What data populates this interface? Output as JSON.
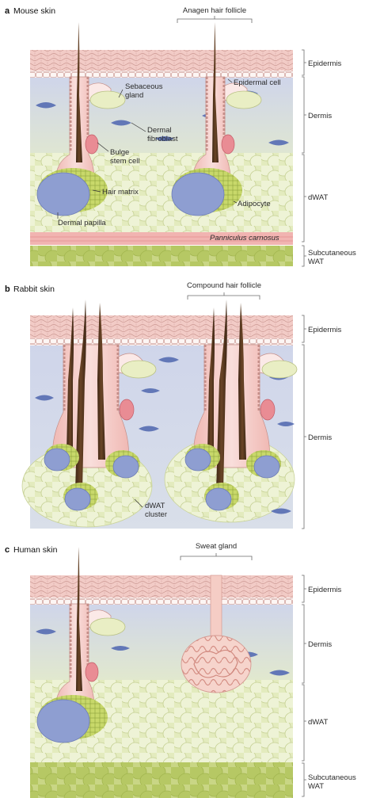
{
  "colors": {
    "epidermis": "#f1c8c4",
    "epidermis_line": "#c99a95",
    "dermis": "#d3d8ea",
    "dwat": "#e4ecbf",
    "adipocyte": "#f2f5dc",
    "adipocyte_line": "#c9d39a",
    "subcut": "#c3d27a",
    "subcut_cell": "#a9bd55",
    "muscle": "#f3b8b8",
    "hair": "#5b3a22",
    "papilla": "#8f9fd1",
    "matrix": "#c7d868",
    "sebaceous": "#e9eec4",
    "bulge": "#e88b93",
    "fibroblast": "#6479b9",
    "follicle_sheath": "#f4c7c3",
    "sweat_gland": "#f5cfc7"
  },
  "panels": {
    "a": {
      "letter": "a",
      "title": "Mouse skin",
      "top_label": "Anagen hair follicle",
      "callouts": {
        "sebaceous": "Sebaceous\ngland",
        "epidermal_cell": "Epidermal cell",
        "dermal_fibroblast": "Dermal\nfibroblast",
        "bulge": "Bulge\nstem cell",
        "hair_matrix": "Hair matrix",
        "dermal_papilla": "Dermal papilla",
        "adipocyte": "Adipocyte",
        "panniculus": "Panniculus carnosus"
      },
      "layers": [
        "Epidermis",
        "Dermis",
        "dWAT",
        "Subcutaneous\nWAT"
      ]
    },
    "b": {
      "letter": "b",
      "title": "Rabbit skin",
      "top_label": "Compound hair follicle",
      "callouts": {
        "dwat_cluster": "dWAT\ncluster"
      },
      "layers": [
        "Epidermis",
        "Dermis"
      ]
    },
    "c": {
      "letter": "c",
      "title": "Human skin",
      "top_label": "Sweat gland",
      "layers": [
        "Epidermis",
        "Dermis",
        "dWAT",
        "Subcutaneous\nWAT"
      ]
    }
  }
}
